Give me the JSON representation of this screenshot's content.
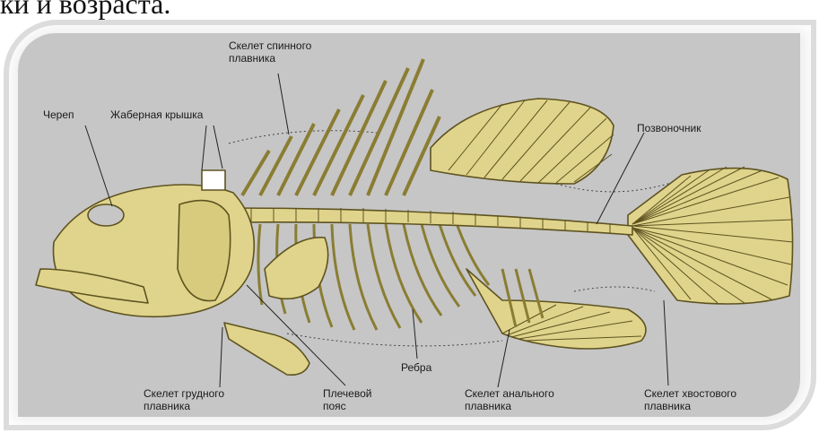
{
  "header_text": "ки и возраста.",
  "labels": {
    "dorsal": [
      "Скелет спинного",
      "плавника"
    ],
    "skull": "Череп",
    "gill_cover": "Жаберная крышка",
    "spine": "Позвоночник",
    "pectoral": [
      "Скелет грудного",
      "плавника"
    ],
    "shoulder": [
      "Плечевой",
      "пояс"
    ],
    "ribs": "Ребра",
    "anal": [
      "Скелет анального",
      "плавника"
    ],
    "caudal": [
      "Скелет хвостового",
      "плавника"
    ]
  },
  "colors": {
    "bone_fill": "#e0d48c",
    "bone_stroke": "#6b5f22",
    "panel": "#c6c6c6",
    "frame": "#eeeeee"
  }
}
